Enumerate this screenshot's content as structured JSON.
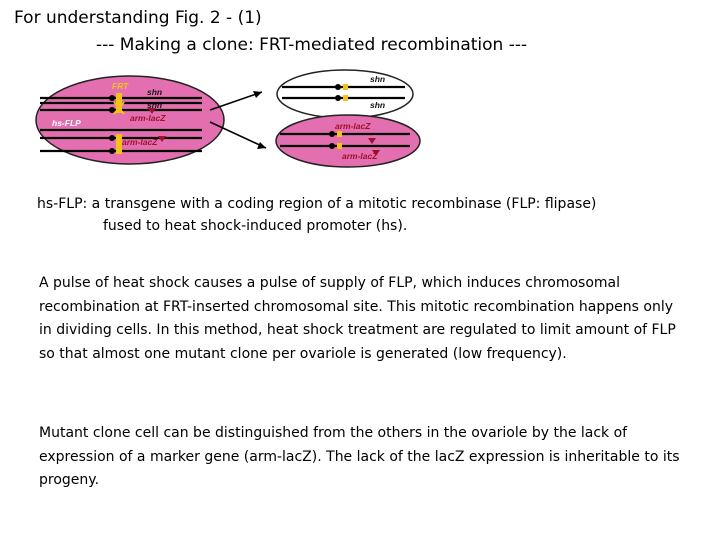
{
  "title": {
    "line1": "For understanding Fig. 2 - (1)",
    "line2": "--- Making a clone: FRT-mediated recombination ---"
  },
  "diagram": {
    "labels": {
      "frt": "FRT",
      "hs_flp": "hs-FLP",
      "shn_top": "shn",
      "shn_bottom": "shn",
      "arm_lacz_left_top": "arm-lacZ",
      "arm_lacz_left_bottom": "arm-lacZ",
      "shn_right_top": "shn",
      "shn_right_bottom": "shn",
      "arm_lacz_right_top": "arm-lacZ",
      "arm_lacz_right_bottom": "arm-lacZ"
    },
    "colors": {
      "cell_fill": "#e46fb0",
      "white_cell_fill": "#ffffff",
      "frt_mark": "#f2c21a",
      "label_white": "#ffffff",
      "label_red": "#a0102a"
    }
  },
  "definition": {
    "line1": "hs-FLP:  a transgene with a coding region of a mitotic recombinase (FLP: flipase)",
    "line2": "fused to heat shock-induced promoter (hs)."
  },
  "paragraph1": "A pulse of heat shock causes a pulse of supply of FLP, which induces chromosomal recombination at FRT-inserted chromosomal site.  This mitotic recombination happens only in dividing cells.  In this method, heat shock treatment are regulated to limit amount of FLP so that almost one mutant clone per ovariole is generated (low frequency).",
  "paragraph2": "Mutant clone cell can be distinguished from the others in the ovariole by the lack of expression of a marker gene (arm-lacZ). The lack of the lacZ expression is inheritable to its progeny."
}
